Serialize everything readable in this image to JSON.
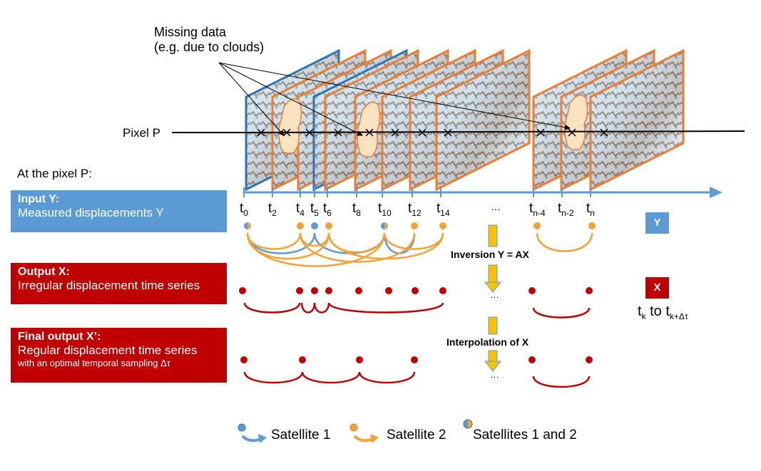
{
  "missing_data": {
    "line1": "Missing data",
    "line2": "(e.g. due to clouds)"
  },
  "pixel_label": "Pixel P",
  "at_pixel_label": "At the pixel P:",
  "input_box": {
    "title": "Input Y:",
    "subtitle": "Measured displacements Y",
    "color": "#5b9bd5"
  },
  "output_box": {
    "title": "Output X:",
    "subtitle": "Irregular displacement time series",
    "color": "#c00000"
  },
  "final_box": {
    "title": "Final output X’:",
    "subtitle": "Regular displacement time series",
    "subtitle2": "with an optimal temporal sampling Δτ",
    "color": "#c00000"
  },
  "timeline": {
    "ticks": [
      {
        "base": "t",
        "sub": "0"
      },
      {
        "base": "t",
        "sub": "2"
      },
      {
        "base": "t",
        "sub": "4"
      },
      {
        "base": "t",
        "sub": "5"
      },
      {
        "base": "t",
        "sub": "6"
      },
      {
        "base": "t",
        "sub": "8"
      },
      {
        "base": "t",
        "sub": "10"
      },
      {
        "base": "t",
        "sub": "12"
      },
      {
        "base": "t",
        "sub": "14"
      },
      {
        "base": "t",
        "sub": "n-4"
      },
      {
        "base": "t",
        "sub": "n-2"
      },
      {
        "base": "t",
        "sub": "n"
      }
    ],
    "ellipsis": "…"
  },
  "inversion_label": "Inversion Y = AX",
  "interpolation_label": "Interpolation of X",
  "ellipsis_small": "…",
  "y_square": "Y",
  "x_square": "X",
  "x_range": {
    "a": "t",
    "a_sub": "k",
    "mid": " to ",
    "b": "t",
    "b_sub": "k+Δτ"
  },
  "legend": {
    "sat1": "Satellite 1",
    "sat2": "Satellite 2",
    "sat12": "Satellites 1 and 2"
  },
  "colors": {
    "blue": "#5b9bd5",
    "orange": "#f4a234",
    "red": "#c00000",
    "gold": "#ffc000",
    "frame_orange": "#ed7d31",
    "frame_blue": "#2e75b6"
  }
}
